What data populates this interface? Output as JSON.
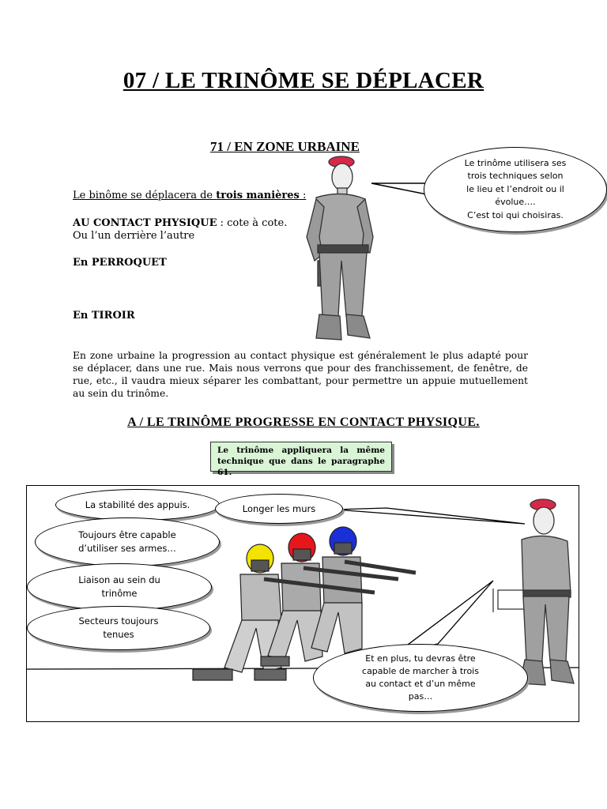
{
  "title": "07 / LE TRINÔME SE DÉPLACER",
  "subtitle": "71 / EN ZONE URBAINE",
  "intro": {
    "prefix": "Le binôme se déplacera  de ",
    "bold": "trois manières",
    "suffix": " :"
  },
  "methods": [
    {
      "label": "AU CONTACT PHYSIQUE",
      "detail": " : cote à cote."
    },
    {
      "label": "",
      "detail": "Ou l’un derrière l’autre"
    },
    {
      "label": "En PERROQUET",
      "detail": ""
    },
    {
      "label": "En TIROIR",
      "detail": ""
    }
  ],
  "top_bubble": {
    "line1": "Le trinôme utilisera ses",
    "line2": "trois techniques selon",
    "line3": "le lieu et l’endroit ou il",
    "line4": "évolue….",
    "line5": "C’est toi qui choisiras."
  },
  "paragraph": "En zone urbaine la progression au contact physique est généralement le plus adapté pour se déplacer, dans une rue. Mais nous verrons que pour des franchissement, de fenêtre, de rue, etc., il vaudra mieux séparer les combattant, pour permettre un appuie mutuellement au sein du trinôme.",
  "section_title": "A / LE TRINÔME PROGRESSE EN CONTACT PHYSIQUE.",
  "green_box": "Le trinôme appliquera la même technique que dans le paragraphe 61.",
  "comic_bubbles": {
    "stabilite": "La stabilité des appuis.",
    "murs": "Longer les murs",
    "armes_1": "Toujours être capable",
    "armes_2": "d’utiliser ses armes…",
    "liaison_1": "Liaison au sein du",
    "liaison_2": "trinôme",
    "secteurs_1": "Secteurs toujours",
    "secteurs_2": "tenues",
    "marcher_1": "Et en plus, tu devras être",
    "marcher_2": "capable de marcher à trois",
    "marcher_3": "au contact et d’un même",
    "marcher_4": "pas…"
  },
  "colors": {
    "beret": "#d8284a",
    "helmet_yellow": "#f2e400",
    "helmet_red": "#e8151b",
    "helmet_blue": "#1a2fd8",
    "box_green": "#d9f5d6",
    "uniform_gray": "#9a9a9a"
  }
}
